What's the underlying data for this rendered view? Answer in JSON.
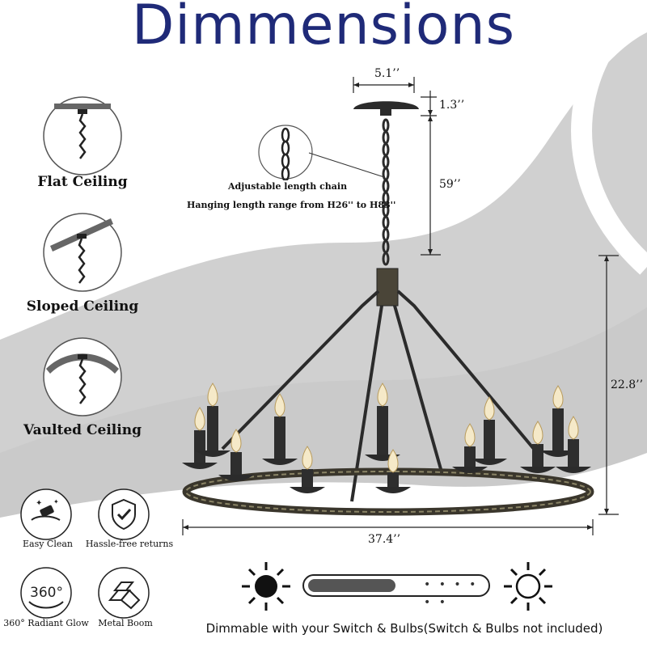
{
  "title": "Dimmensions",
  "mount_types": [
    {
      "label": "Flat Ceiling",
      "icon": "flat-ceiling-icon"
    },
    {
      "label": "Sloped Ceiling",
      "icon": "sloped-ceiling-icon"
    },
    {
      "label": "Vaulted Ceiling",
      "icon": "vaulted-ceiling-icon"
    }
  ],
  "dimensions": {
    "canopy_width": "5.1’’",
    "canopy_height": "1.3’’",
    "chain_length": "59’’",
    "body_height": "22.8’’",
    "diameter": "37.4’’"
  },
  "chain_note": {
    "line1": "Adjustable length chain",
    "line2": "Hanging length range from H26'' to H83''"
  },
  "features": [
    {
      "label": "Easy Clean",
      "icon": "easy-clean-icon"
    },
    {
      "label": "Hassle-free returns",
      "icon": "shield-check-icon"
    },
    {
      "label": "360° Radiant Glow",
      "icon": "360-icon"
    },
    {
      "label": "Metal Boom",
      "icon": "metal-bars-icon"
    }
  ],
  "dimmer": {
    "note": "Dimmable with your Switch & Bulbs(Switch & Bulbs not included)",
    "level": 0.5
  },
  "colors": {
    "title": "#1f2a78",
    "background_swoosh": "#cfcfcf",
    "metal": "#2b2b2b"
  }
}
